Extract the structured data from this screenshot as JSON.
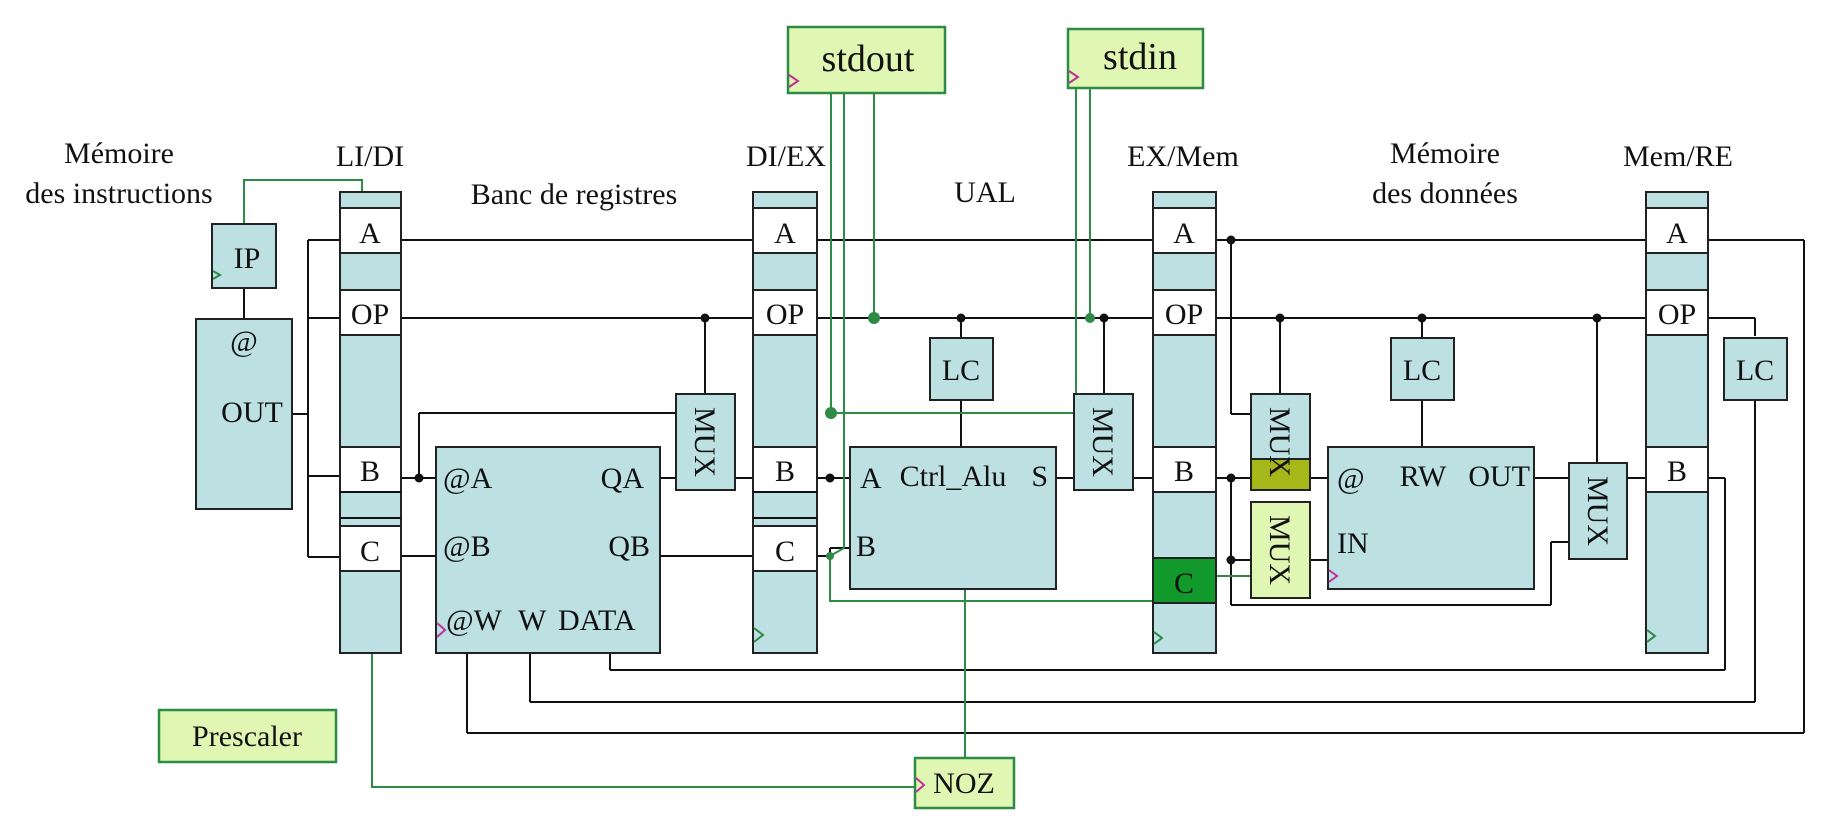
{
  "headers": {
    "mem_instr_1": "Mémoire",
    "mem_instr_2": "des instructions",
    "li_di": "LI/DI",
    "banc": "Banc de registres",
    "di_ex": "DI/EX",
    "ual": "UAL",
    "ex_mem": "EX/Mem",
    "mem_data_1": "Mémoire",
    "mem_data_2": "des données",
    "mem_re": "Mem/RE"
  },
  "io": {
    "stdout": "stdout",
    "stdin": "stdin",
    "prescaler": "Prescaler",
    "noz": "NOZ"
  },
  "ip": {
    "label": "IP",
    "addr": "@",
    "out": "OUT"
  },
  "pipeline_fields": {
    "a": "A",
    "op": "OP",
    "b": "B",
    "c": "C"
  },
  "regbank": {
    "at_a": "@A",
    "at_b": "@B",
    "at_w": "@W",
    "w": "W",
    "data": "DATA",
    "qa": "QA",
    "qb": "QB"
  },
  "alu": {
    "a": "A",
    "ctrl": "Ctrl_Alu",
    "s": "S",
    "b": "B"
  },
  "datamem": {
    "at": "@",
    "rw": "RW",
    "out": "OUT",
    "in": "IN"
  },
  "lc": "LC",
  "mux": "MUX",
  "colors": {
    "stage_fill": "#bde0e3",
    "io_fill": "#dff7b3",
    "io_stroke": "#2e8b45",
    "mux_highlight_olive": "#a4b81a",
    "mux_highlight_light": "#dff7b3",
    "c_highlight": "#119a2b",
    "clock_mark": "#c0309c"
  }
}
